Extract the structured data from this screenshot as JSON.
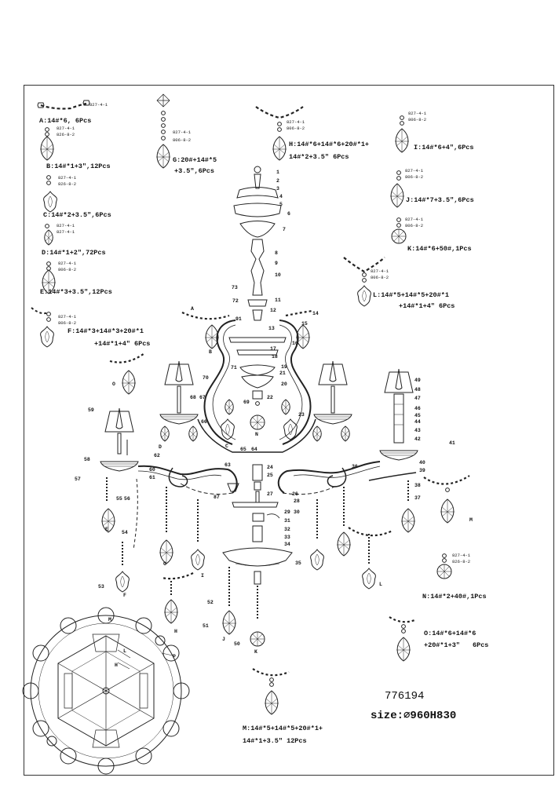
{
  "model": "776194",
  "size": "size:⌀960H830",
  "codes": {
    "a": "827-4-1",
    "b": "826-8-2",
    "c": "806-8-2"
  },
  "captions": {
    "A": "A:14#*6, 6Pcs",
    "B": "B:14#*1+3\",12Pcs",
    "C": "C:14#*2+3.5\",6Pcs",
    "D": "D:14#*1+2\",72Pcs",
    "E": "E:14#*3+3.5\",12Pcs",
    "F1": "F:14#*3+14#*3+20#*1",
    "F2": "+14#*1+4\"  6Pcs",
    "G1": "G:20#+14#*5",
    "G2": "+3.5\",6Pcs",
    "H1": "H:14#*6+14#*6+20#*1+",
    "H2": "14#*2+3.5\" 6Pcs",
    "I": "I:14#*6+4\",6Pcs",
    "J": "J:14#*7+3.5\",6Pcs",
    "K": "K:14#*6+50#,1Pcs",
    "L1": "L:14#*5+14#*5+20#*1",
    "L2": "+14#*1+4\" 6Pcs",
    "N": "N:14#*2+40#,1Pcs",
    "O1": "O:14#*6+14#*6",
    "O2": "+20#*1+3\"",
    "O3": "6Pcs",
    "M1": "M:14#*5+14#*5+20#*1+",
    "M2": "14#*1+3.5\" 12Pcs"
  },
  "letters": [
    "A",
    "B",
    "C",
    "D",
    "E",
    "F",
    "G",
    "H",
    "I",
    "J",
    "K",
    "L",
    "M",
    "N",
    "O",
    "P"
  ],
  "part_numbers": [
    "1",
    "2",
    "3",
    "4",
    "5",
    "6",
    "7",
    "8",
    "9",
    "10",
    "11",
    "12",
    "13",
    "14",
    "15",
    "16",
    "17",
    "18",
    "19",
    "20",
    "21",
    "22",
    "23",
    "24",
    "25",
    "26",
    "27",
    "28",
    "29",
    "30",
    "31",
    "32",
    "33",
    "34",
    "35",
    "36",
    "37",
    "38",
    "39",
    "40",
    "41",
    "42",
    "43",
    "44",
    "45",
    "46",
    "47",
    "48",
    "49",
    "50",
    "51",
    "52",
    "53",
    "54",
    "55",
    "56",
    "57",
    "58",
    "59",
    "60",
    "61",
    "62",
    "63",
    "64",
    "65",
    "66",
    "67",
    "68",
    "69",
    "70",
    "71",
    "72",
    "73",
    "87",
    "91"
  ]
}
